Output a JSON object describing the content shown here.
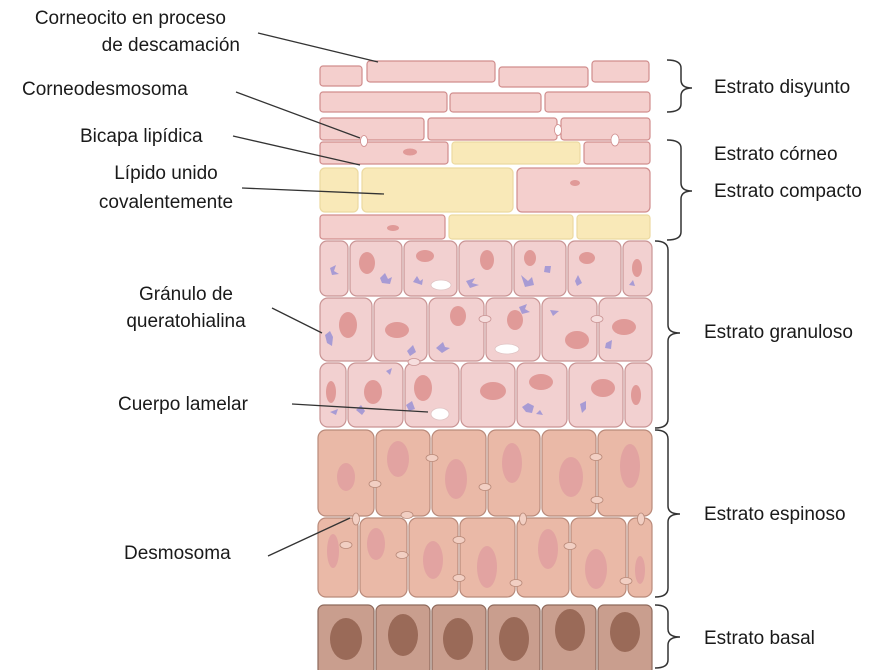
{
  "diagram": {
    "left_labels": {
      "corneocito_line1": "Corneocito en proceso",
      "corneocito_line2": "de descamación",
      "corneodesmosoma": "Corneodesmosoma",
      "bicapa": "Bicapa lipídica",
      "lipido_line1": "Lípido unido",
      "lipido_line2": "covalentemente",
      "granulo_line1": "Gránulo de",
      "granulo_line2": "queratohialina",
      "cuerpo_lamelar": "Cuerpo lamelar",
      "desmosoma": "Desmosoma"
    },
    "right_labels": {
      "disyunto": "Estrato disyunto",
      "corneo": "Estrato córneo",
      "compacto": "Estrato compacto",
      "granuloso": "Estrato granuloso",
      "espinoso": "Estrato espinoso",
      "basal": "Estrato basal"
    },
    "colors": {
      "corneocyte": "#f4cfcd",
      "corneocyte_edge": "#d08d8d",
      "lipid": "#f9e9b8",
      "granular": "#f2d0d0",
      "spinous": "#eab9a7",
      "basal": "#c99e8e",
      "nucleus_granular": "#e09a98",
      "nucleus_spinous": "#e2a3a1",
      "nucleus_basal": "#9a6a58",
      "granule": "#a89bd4",
      "line": "#333333"
    }
  }
}
